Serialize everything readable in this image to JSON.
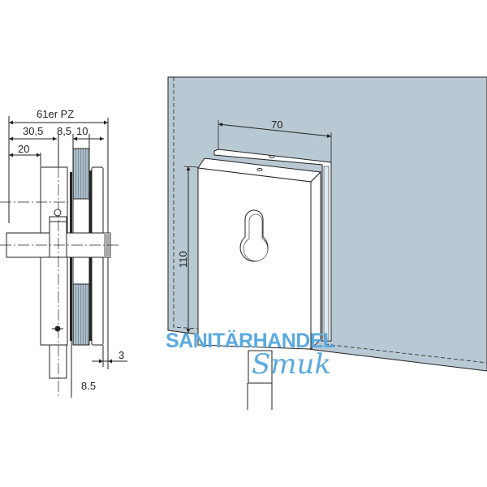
{
  "left_view": {
    "dim_total": "61er PZ",
    "dim_30_5": "30,5",
    "dim_8_5": "8,5",
    "dim_10": "10",
    "dim_20": "20",
    "dim_3": "3",
    "dim_glass": "8.5"
  },
  "right_view": {
    "dim_width": "70",
    "dim_height": "110"
  },
  "colors": {
    "glass": "#b9c9d3",
    "watermark": "#5aaae0",
    "line": "#222222"
  },
  "watermark": {
    "line1": "SANITÄRHANDEL",
    "line2": "Smuk"
  }
}
